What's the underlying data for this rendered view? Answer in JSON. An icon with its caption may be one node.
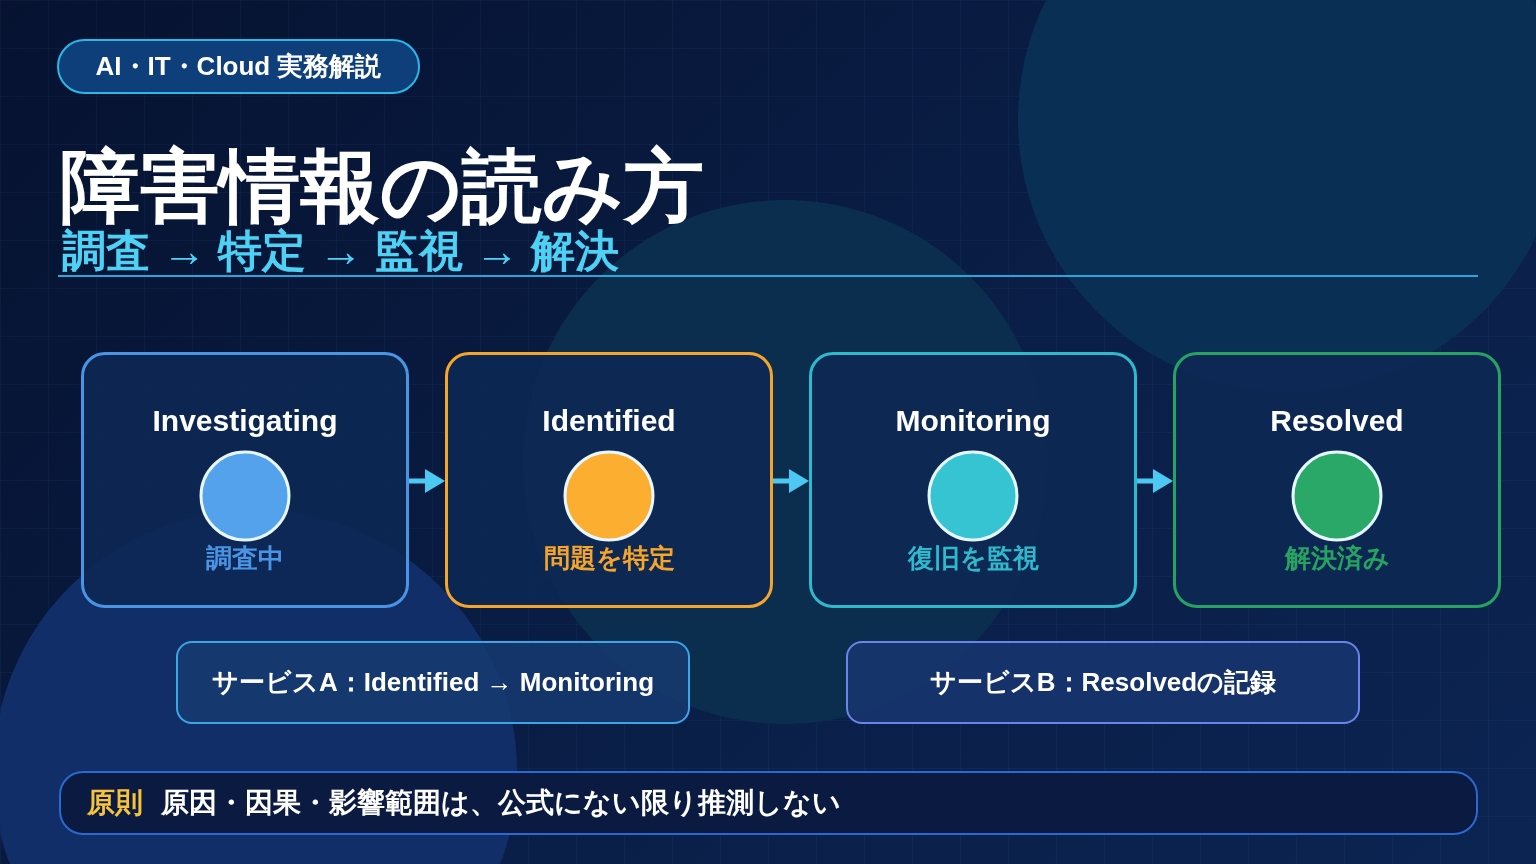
{
  "diagram": {
    "title": "障害情報の読み方",
    "nodes": [
      {
        "text": [
          "AI・IT・Cloud 実務解説"
        ]
      },
      {
        "text": [
          "Investigating",
          "調査中"
        ]
      },
      {
        "text": [
          "Identified",
          "問題を特定"
        ]
      },
      {
        "text": [
          "Monitoring",
          "復旧を監視"
        ]
      },
      {
        "text": [
          "Resolved",
          "解決済み"
        ]
      },
      {
        "text": [
          "サービスA：Identified → Monitoring"
        ]
      },
      {
        "text": [
          "サービスB：Resolvedの記録"
        ]
      },
      {
        "text": [
          "原則",
          "原因・因果・影響範囲は、公式にない限り推測しない"
        ]
      }
    ],
    "edges": [
      {
        "from": 1,
        "to": 2,
        "arrow": "to"
      },
      {
        "from": 2,
        "to": 3,
        "arrow": "to"
      },
      {
        "from": 3,
        "to": 4,
        "arrow": "to"
      }
    ],
    "labels": [
      "調査 → 特定 → 監視 → 解決"
    ]
  }
}
